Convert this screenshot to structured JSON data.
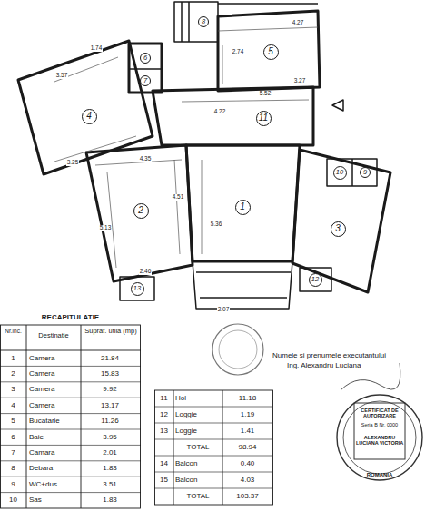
{
  "diagram": {
    "nodes": [
      {
        "text": [
          "1"
        ]
      },
      {
        "text": [
          "2"
        ]
      },
      {
        "text": [
          "3"
        ]
      },
      {
        "text": [
          "4"
        ]
      },
      {
        "text": [
          "5"
        ]
      },
      {
        "text": [
          "6"
        ]
      },
      {
        "text": [
          "7"
        ]
      },
      {
        "text": [
          "8"
        ]
      },
      {
        "text": [
          "9"
        ]
      },
      {
        "text": [
          "10"
        ]
      },
      {
        "text": [
          "11"
        ]
      },
      {
        "text": [
          "12"
        ]
      },
      {
        "text": [
          "13"
        ]
      }
    ],
    "labels": [
      "1.74",
      "3.57",
      "3.25",
      "4.27",
      "2.74",
      "3.27",
      "5.52",
      "4.22",
      "4.35",
      "5.13",
      "4.51",
      "5.36",
      "2.07",
      "2.46",
      "RECAPITULATIE",
      "Nr.inc.",
      "Destinatie",
      "Supraf. utila (mp)",
      "1",
      "Camera",
      "21.84",
      "2",
      "Camera",
      "15.83",
      "3",
      "Camera",
      "9.92",
      "4",
      "Camera",
      "13.17",
      "5",
      "Bucatarie",
      "11.26",
      "6",
      "Baie",
      "3.95",
      "7",
      "Camara",
      "2.01",
      "8",
      "Debara",
      "1.83",
      "9",
      "WC+dus",
      "3.51",
      "10",
      "Sas",
      "1.83",
      "11",
      "Hol",
      "11.18",
      "12",
      "Loggie",
      "1.19",
      "13",
      "Loggie",
      "1.41",
      "TOTAL",
      "98.94",
      "14",
      "Balcon",
      "0.40",
      "15",
      "Balcon",
      "4.03",
      "TOTAL",
      "103.37",
      "Numele si prenumele executantului",
      "Ing. Alexandru Luciana",
      "CERTIFICAT DE AUTORIZARE",
      "Seria B Nr. 0000",
      "ALEXANDRU LUCIANA VICTORIA",
      "ROMANIA"
    ]
  }
}
